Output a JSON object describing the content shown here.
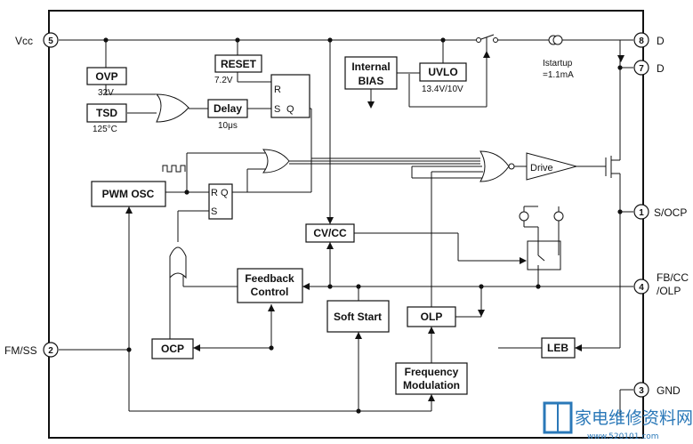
{
  "pins": {
    "vcc": {
      "name": "Vcc",
      "num": "5"
    },
    "fmss": {
      "name": "FM/SS",
      "num": "2"
    },
    "d8": {
      "name": "D",
      "num": "8"
    },
    "d7": {
      "name": "D",
      "num": "7"
    },
    "socp": {
      "name": "S/OCP",
      "num": "1"
    },
    "fbcc": {
      "name_line1": "FB/CC",
      "name_line2": "/OLP",
      "num": "4"
    },
    "gnd": {
      "name": "GND",
      "num": "3"
    }
  },
  "blocks": {
    "ovp": "OVP",
    "tsd": "TSD",
    "reset": "RESET",
    "delay": "Delay",
    "internal_bias_l1": "Internal",
    "internal_bias_l2": "BIAS",
    "uvlo": "UVLO",
    "pwm_osc": "PWM OSC",
    "cvcc": "CV/CC",
    "feedback_l1": "Feedback",
    "feedback_l2": "Control",
    "soft_start": "Soft Start",
    "olp": "OLP",
    "ocp": "OCP",
    "leb": "LEB",
    "freqmod_l1": "Frequency",
    "freqmod_l2": "Modulation",
    "drive": "Drive"
  },
  "annotations": {
    "ovp_v": "32V",
    "tsd_t": "125°C",
    "reset_v": "7.2V",
    "delay_t": "10μs",
    "uvlo_v": "13.4V/10V",
    "istartup_l1": "Istartup",
    "istartup_l2": "=1.1mA"
  },
  "flipflops": {
    "top_r": "R",
    "top_s": "S",
    "top_q": "Q",
    "pwm_r": "R",
    "pwm_q": "Q",
    "pwm_s": "S"
  },
  "watermark": {
    "text": "家电维修资料网",
    "url": "www.520101.com"
  }
}
